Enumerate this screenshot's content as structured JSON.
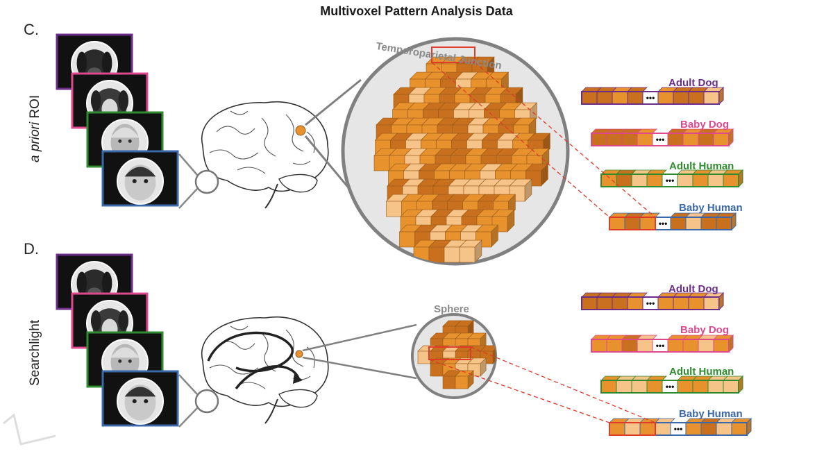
{
  "title": "Multivoxel Pattern Analysis Data",
  "panels": {
    "c": {
      "letter": "C.",
      "method_prefix": "a priori",
      "method_suffix": " ROI",
      "region": "Temporoparietal Junction"
    },
    "d": {
      "letter": "D.",
      "method": "Searchlight",
      "region": "Sphere"
    }
  },
  "conditions": [
    {
      "label": "Adult Dog",
      "color": "#6b2c8a"
    },
    {
      "label": "Baby Dog",
      "color": "#e0488e"
    },
    {
      "label": "Adult Human",
      "color": "#2e8b2e"
    },
    {
      "label": "Baby Human",
      "color": "#3a68a8"
    }
  ],
  "ellipsis": "•••",
  "colors": {
    "voxel_dark": "#c8701e",
    "voxel_mid": "#e8922e",
    "voxel_light": "#f6c489",
    "highlight": "#e03a2a",
    "lens": "#808080"
  }
}
